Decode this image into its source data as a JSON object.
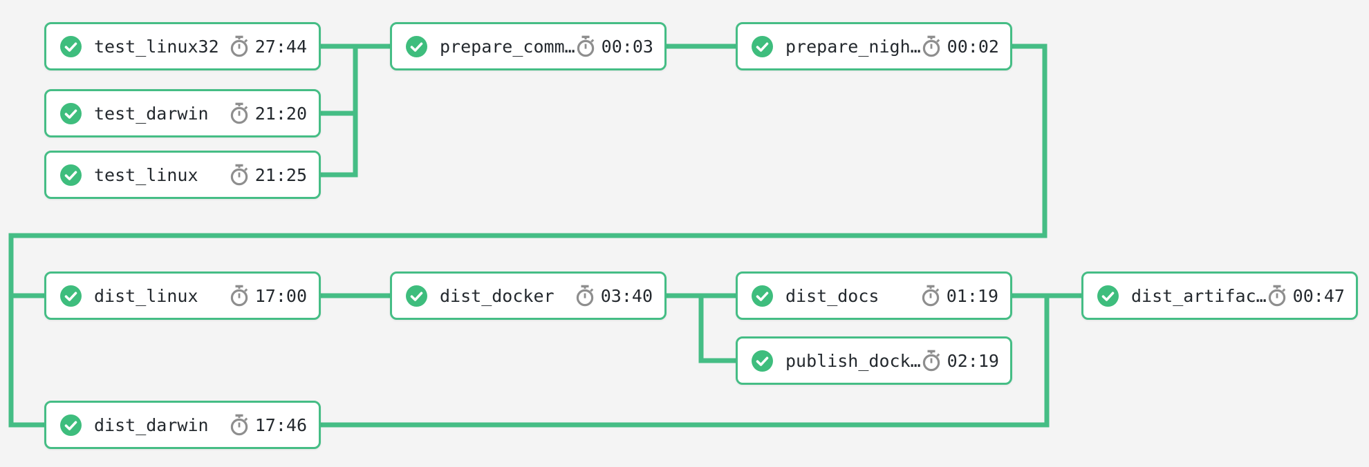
{
  "pipeline": {
    "description": "CI build pipeline dependency graph, all jobs passed",
    "colors": {
      "connector_green": "#45bd85",
      "node_border_green": "#45bd85",
      "status_circle_green": "#3ebd7d",
      "node_background": "#ffffff",
      "page_background": "#f4f4f4",
      "text_dark": "#24292e",
      "stopwatch_gray": "#8e8e8e"
    },
    "icons": {
      "status_passed": "check-circle-icon",
      "duration": "stopwatch-icon"
    }
  },
  "jobs": [
    {
      "name": "test_linux32",
      "duration": "27:44",
      "status": "passed"
    },
    {
      "name": "test_darwin",
      "duration": "21:20",
      "status": "passed"
    },
    {
      "name": "test_linux",
      "duration": "21:25",
      "status": "passed"
    },
    {
      "name": "prepare_comm…",
      "duration": "00:03",
      "status": "passed"
    },
    {
      "name": "prepare_nigh…",
      "duration": "00:02",
      "status": "passed"
    },
    {
      "name": "dist_linux",
      "duration": "17:00",
      "status": "passed"
    },
    {
      "name": "dist_docker",
      "duration": "03:40",
      "status": "passed"
    },
    {
      "name": "dist_docs",
      "duration": "01:19",
      "status": "passed"
    },
    {
      "name": "publish_dock…",
      "duration": "02:19",
      "status": "passed"
    },
    {
      "name": "dist_artifac…",
      "duration": "00:47",
      "status": "passed"
    },
    {
      "name": "dist_darwin",
      "duration": "17:46",
      "status": "passed"
    }
  ]
}
